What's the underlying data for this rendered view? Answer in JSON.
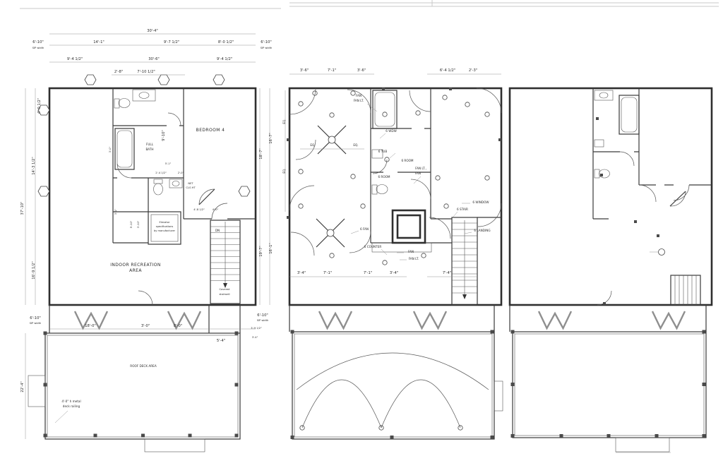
{
  "sheet": {
    "bg": "#ffffff",
    "ink": "#2f2f2f"
  },
  "lp": {
    "rooms": {
      "bedroom4": "BEDROOM 4",
      "rec1": "INDOOR RECREATION",
      "rec2": "AREA",
      "deck": "ROOF DECK AREA",
      "full": "FULL",
      "bath": "BATH",
      "dn": "DN",
      "cov1": "Covered",
      "cov2": "stairwell",
      "elev1": "Elevator",
      "elev2": "specifications",
      "elev3": "by manufacturer",
      "net1": "NET",
      "net2": "CLG HT",
      "rail1": "4'-0\" h metal",
      "rail2": "deck railing"
    },
    "dims": {
      "overall": "30'-4\"",
      "sip": "SIP width",
      "sipw": "6'-10\"",
      "ta": "14'-1\"",
      "tb": "9'-7 1/2\"",
      "tc": "8'-0 1/2\"",
      "td": "30'-6\"",
      "te": "9'-4 1/2\"",
      "tf": "9'-4 1/2\"",
      "tg": "2'-8\"",
      "th": "7'-10 1/2\"",
      "la": "4'-0 1/2\"",
      "lb": "14'-3 1/2\"",
      "lc": "37'-10\"",
      "ld": "16'-9 1/2\"",
      "le": "22'-4\"",
      "ra": "16'-7\"",
      "rb": "18'-7\"",
      "rc": "19'-7\"",
      "rd": "16'-1\"",
      "re": "3'-9 1/2\"",
      "rf": "3'-4\"",
      "ba": "18'-0\"",
      "bb": "3'-0\"",
      "bc": "8'-0\"",
      "bd": "5'-4\"",
      "ia": "9'-10\"",
      "ib": "5'-1\"",
      "ic": "2'-0\"",
      "id": "2'-4 1/2\"",
      "ie": "4'-8 1/2\"",
      "if": "4'-0\"",
      "ig": "3'-0\"",
      "ih": "5'-10\"",
      "ii": "3'-10\"",
      "ij": "3'-1\""
    }
  },
  "mp": {
    "labels": {
      "fan": "FAN",
      "fanlt": "FAN LT.",
      "fanltc": "FAN LT.,",
      "eq": "EQ.",
      "wdw": "6 WDW",
      "tub": "6 TUB",
      "room": "6 ROOM",
      "window": "6 WINDOW",
      "stair": "6 STAIR",
      "landing": "6 LANDING",
      "fan6": "6 FAN",
      "counter": "6 COUNTER"
    },
    "dims": {
      "t1": "3'-6\"",
      "t2": "7'-1\"",
      "t3": "3'-6\"",
      "t4": "6'-4 1/2\"",
      "t5": "2'-3\"",
      "b1": "3'-4\"",
      "b2": "7'-1\"",
      "b3": "7'-1\"",
      "b4": "3'-4\"",
      "b5": "7'-4\""
    }
  }
}
